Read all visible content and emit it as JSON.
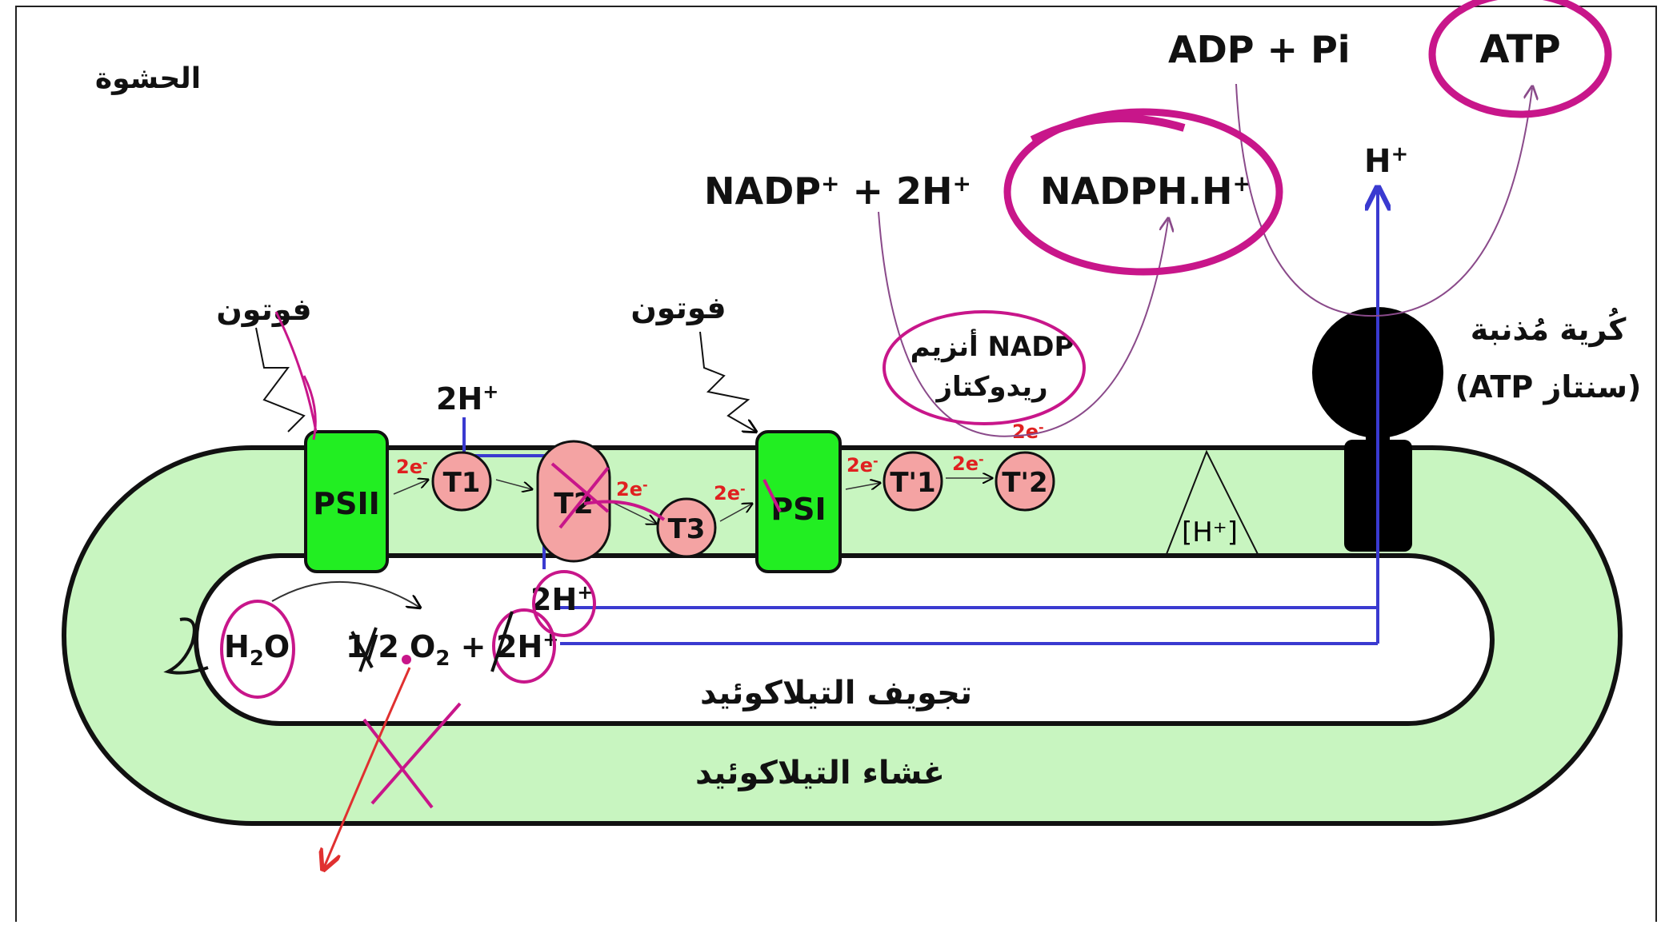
{
  "labels": {
    "stroma": "الحشوة",
    "photon_left": "فوتون",
    "photon_mid": "فوتون",
    "psii": "PSII",
    "psi": "PSI",
    "t1": "T1",
    "t2": "T2",
    "t3": "T3",
    "t1p": "T'1",
    "t2p": "T'2",
    "two_e": "2e",
    "e_sup": "-",
    "two_h_top": "2H",
    "two_h_lumen": "2H",
    "two_h_lumen2": "2H",
    "plus_sup": "+",
    "h2o_main": "H",
    "h2o_sub": "2",
    "h2o_end": "O",
    "half": "1/2",
    "o2_main": " O",
    "o2_sub": "2",
    "o2_plus": " +",
    "nadp_left": "NADP",
    "nadp_plus_2h": " + 2H",
    "nadph": "NADPH.H",
    "adp_pi": "ADP + Pi",
    "atp": "ATP",
    "h_top": "H",
    "enzyme_line1": "أنزيم NADP",
    "enzyme_line2": "ريدوكتاز",
    "atp_synthase_line1": "كُرية مُذنبة",
    "atp_synthase_line2": "(ATP سنتاز)",
    "h_gradient": "[H⁺]",
    "lumen": "تجويف التيلاكوئيد",
    "membrane": "غشاء التيلاكوئيد"
  },
  "colors": {
    "membrane_fill": "#c8f5c0",
    "photosystem_fill": "#22ee22",
    "carrier_fill": "#f4a3a3",
    "proton_path": "#3a3ad0",
    "annotation": "#c8168a",
    "electron_label": "#e02020",
    "arrow_purple": "#8a4a8a",
    "red_arrow": "#e03030"
  }
}
